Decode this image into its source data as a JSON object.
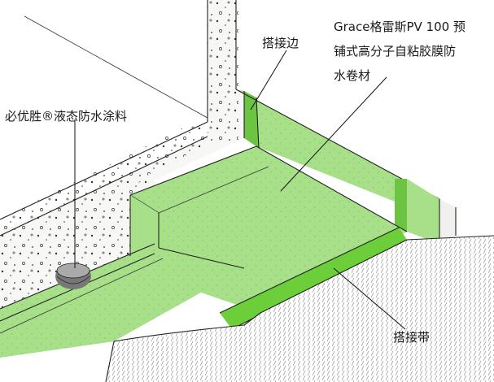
{
  "labels": {
    "membrane_line1": "Grace格雷斯PV 100 预",
    "membrane_line2": "铺式高分子自粘胶膜防",
    "membrane_line3": "水卷材",
    "lap_edge": "搭接边",
    "coating": "必优胜®液态防水涂料",
    "lap_tape": "搭接带"
  },
  "colors": {
    "membrane_fill": "#a8e08a",
    "membrane_dark": "#6cc442",
    "lap_tape_fill": "#6ccf3a",
    "concrete": "#f7f7f5",
    "soil": "#ffffff"
  }
}
